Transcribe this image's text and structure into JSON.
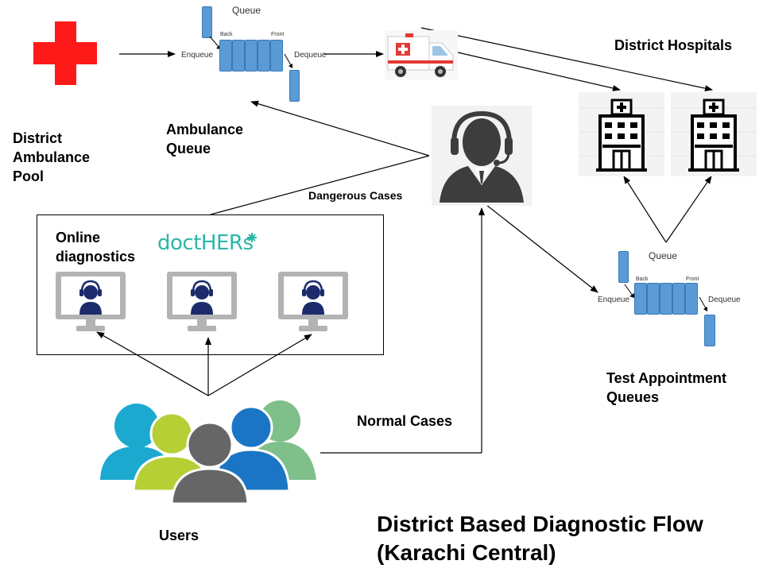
{
  "labels": {
    "queue_top": "Queue",
    "enqueue_top": "Enqueue",
    "dequeue_top": "Dequeue",
    "back_top": "Back",
    "front_top": "Front",
    "district_ambulance_pool": [
      "District",
      "Ambulance",
      "Pool"
    ],
    "ambulance_queue": [
      "Ambulance",
      "Queue"
    ],
    "district_hospitals": "District Hospitals",
    "dangerous_cases": "Dangerous Cases",
    "online_diagnostics": [
      "Online",
      "diagnostics"
    ],
    "docthers_logo": "doctHERs",
    "queue_right": "Queue",
    "enqueue_right": "Enqueue",
    "dequeue_right": "Dequeue",
    "back_right": "Back",
    "front_right": "Front",
    "test_appointment_queues": [
      "Test Appointment",
      "Queues"
    ],
    "normal_cases": "Normal Cases",
    "users": "Users",
    "title": [
      "District Based Diagnostic Flow",
      "(Karachi Central)"
    ]
  },
  "colors": {
    "red_cross": "#ff1a1a",
    "queue_blue": "#5b9bd5",
    "operator_gray": "#3d3d3d",
    "monitor_gray": "#b3b3b3",
    "agent_navy": "#1c2b6b",
    "logo_teal": "#2bb6a8"
  },
  "icons": [
    "red-cross-icon",
    "ambulance-icon",
    "call-center-agent-icon",
    "hospital-icon",
    "monitor-agent-icon",
    "users-group-icon"
  ]
}
